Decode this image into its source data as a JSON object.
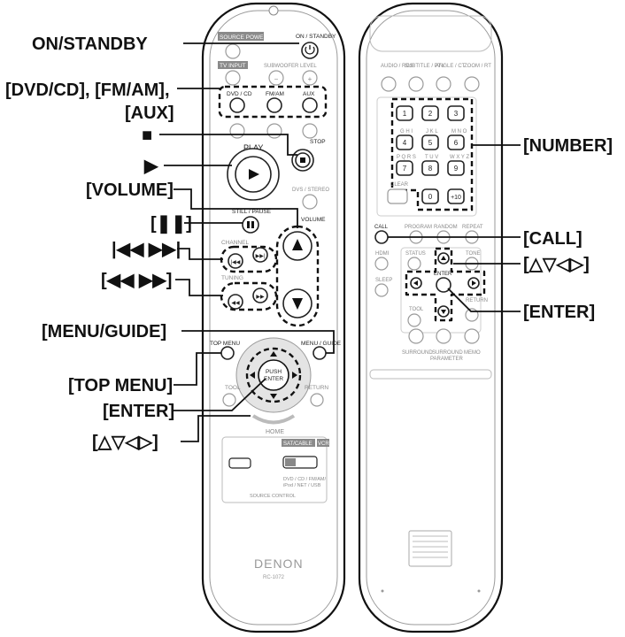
{
  "callouts": {
    "on_standby": "ON/STANDBY",
    "sources": "[DVD/CD], [FM/AM],",
    "sources_aux": "[AUX]",
    "stop": "■",
    "play": "▶",
    "volume": "[VOLUME]",
    "pause": "[❚❚]",
    "skip": "|◀◀ ▶▶|",
    "search": "[◀◀ ▶▶]",
    "menu_guide": "[MENU/GUIDE]",
    "top_menu": "[TOP MENU]",
    "enter_left": "[ENTER]",
    "cursor_left": "[△▽◁▷]",
    "number": "[NUMBER]",
    "call": "[CALL]",
    "cursor_right": "[△▽◁▷]",
    "enter_right": "[ENTER]"
  },
  "remote_front": {
    "source_power": "SOURCE POWER",
    "on_standby": "ON / STANDBY",
    "tv_input": "TV INPUT",
    "subwoofer_level": "SUBWOOFER LEVEL",
    "minus": "−",
    "plus": "+",
    "dvd_cd": "DVD / CD",
    "fm_am": "FM/AM",
    "aux": "AUX",
    "play": "PLAY",
    "stop": "STOP",
    "dvs_stereo": "DVS / STEREO",
    "still_pause": "STILL / PAUSE",
    "volume": "VOLUME",
    "channel": "CHANNEL",
    "tuning": "TUNING",
    "top_menu": "TOP MENU",
    "menu_guide": "MENU / GUIDE",
    "push_enter": "PUSH",
    "push_enter2": "ENTER",
    "tool": "TOOL",
    "return": "RETURN",
    "home": "HOME",
    "sat_cable": "SAT/CABLE",
    "vcr": "VCR",
    "switch_caption": "DVD / CD / FM/AM/",
    "switch_caption2": "iPod / NET / USB",
    "source_control": "SOURCE CONTROL",
    "brand": "DENON",
    "model": "RC-1072"
  },
  "remote_back": {
    "audio_rds": "AUDIO / RDS",
    "subtitle_pty": "SUBTITLE / PTY",
    "angle_ct": "ANGLE / CT",
    "zoom_rt": "ZOOM / RT",
    "ghi": "G H I",
    "jkl": "J K L",
    "mno": "M N O",
    "pqrs": "P Q R S",
    "tuv": "T U V",
    "wxyz": "W X Y Z",
    "clear": "CLEAR",
    "keys": [
      "1",
      "2",
      "3",
      "4",
      "5",
      "6",
      "7",
      "8",
      "9",
      "0",
      "+10"
    ],
    "call": "CALL",
    "program": "PROGRAM",
    "random": "RANDOM",
    "repeat": "REPEAT",
    "hdmi": "HDMI",
    "status": "STATUS",
    "tone": "TONE",
    "enter": "ENTER",
    "sleep": "SLEEP",
    "tool": "TOOL",
    "return": "RETURN",
    "surround": "SURROUND",
    "surround_parameter": "SURROUND",
    "surround_parameter2": "PARAMETER",
    "memo": "MEMO"
  }
}
